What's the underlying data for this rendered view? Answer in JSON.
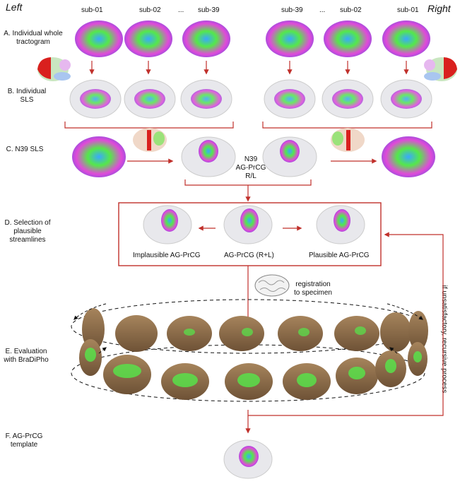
{
  "headers": {
    "left": "Left",
    "right": "Right"
  },
  "subjects": {
    "left": [
      "sub-01",
      "sub-02",
      "...",
      "sub-39"
    ],
    "right": [
      "sub-39",
      "...",
      "sub-02",
      "sub-01"
    ]
  },
  "rows": {
    "a": [
      "A. Individual whole",
      "tractogram"
    ],
    "b": [
      "B. Individual",
      "SLS"
    ],
    "c": [
      "C. N39 SLS"
    ],
    "d": [
      "D. Selection of",
      "plausible",
      "streamlines"
    ],
    "e": [
      "E. Evaluation",
      "with BraDiPho"
    ],
    "f": [
      "F. AG-PrCG",
      "template"
    ]
  },
  "n39_label": [
    "N39",
    "AG-PrCG",
    "R/L"
  ],
  "selection": {
    "implausible": "Implausible AG-PrCG",
    "combined": "AG-PrCG (R+L)",
    "plausible": "Plausible AG-PrCG"
  },
  "registration": [
    "registration",
    "to specimen"
  ],
  "recursive": "if unsatisfactory, recursive process",
  "colors": {
    "arrow": "#c0302b",
    "brain": "#e6e6ea",
    "specimen": "#8a6a48",
    "tract_green": "#55e84a"
  }
}
